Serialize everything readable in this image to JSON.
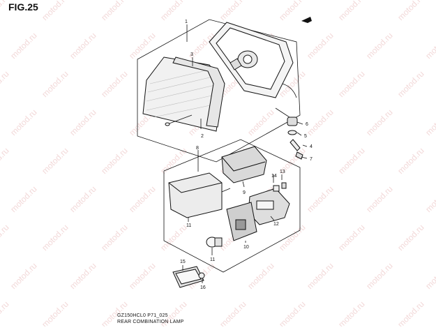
{
  "figure": {
    "title": "FIG.25",
    "drawing_code": "GZ150HCL0 P71_025",
    "caption": "REAR COMBINATION LAMP",
    "watermark": "motod.ru",
    "callouts": [
      "1",
      "2",
      "3",
      "4",
      "5",
      "6",
      "7",
      "8",
      "9",
      "10",
      "11",
      "11",
      "12",
      "13",
      "14",
      "15",
      "16"
    ]
  },
  "colors": {
    "ink": "#111111",
    "watermark": "#e8b9b9",
    "background": "#ffffff"
  },
  "icons": {
    "direction_indicator": "arrow-front-icon"
  }
}
